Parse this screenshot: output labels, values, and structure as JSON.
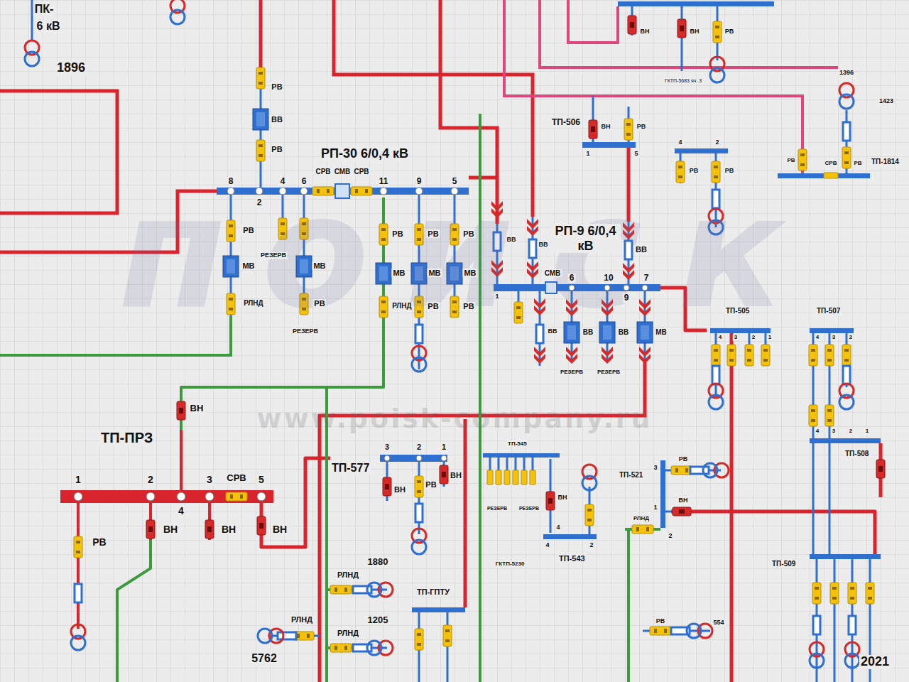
{
  "diagram": {
    "nodes": [
      {
        "text": [
          "РП-30 6/0,4 кВ"
        ]
      },
      {
        "text": [
          "РП-9 6/0,4 кВ"
        ]
      },
      {
        "text": [
          "ТП-ПРЗ"
        ]
      },
      {
        "text": [
          "ТП-577"
        ]
      },
      {
        "text": [
          "ТП-506"
        ]
      },
      {
        "text": [
          "ТП-1814"
        ]
      },
      {
        "text": [
          "ТП-505"
        ]
      },
      {
        "text": [
          "ТП-507"
        ]
      },
      {
        "text": [
          "ТП-508"
        ]
      },
      {
        "text": [
          "ТП-521"
        ]
      },
      {
        "text": [
          "ТП-545"
        ]
      },
      {
        "text": [
          "ТП-543"
        ]
      },
      {
        "text": [
          "ТП-ГПТУ"
        ]
      },
      {
        "text": [
          "ТП-509"
        ]
      }
    ],
    "edges": [
      {
        "from": 2,
        "to": 0,
        "arrow": "none"
      },
      {
        "from": 2,
        "to": 3,
        "arrow": "none"
      },
      {
        "from": 0,
        "to": 1,
        "arrow": "none"
      },
      {
        "from": 1,
        "to": 6,
        "arrow": "none"
      },
      {
        "from": 9,
        "to": 13,
        "arrow": "none"
      },
      {
        "from": 10,
        "to": 11,
        "arrow": "none"
      }
    ],
    "labels": [
      "ПК-",
      "6 кВ",
      "1896",
      "РВ",
      "ВВ",
      "РВ",
      "8",
      "2",
      "4",
      "6",
      "СРВ",
      "СМВ",
      "СРВ",
      "11",
      "9",
      "5",
      "РВ",
      "МВ",
      "РЛНД",
      "РЕЗЕРВ",
      "МВ",
      "РВ",
      "РЕЗЕРВ",
      "РВ",
      "МВ",
      "РЛНД",
      "РВ",
      "МВ",
      "РВ",
      "РВ",
      "МВ",
      "РВ",
      "ВВ",
      "ВВ",
      "ВВ",
      "1",
      "СМВ",
      "6",
      "10",
      "9",
      "7",
      "ВВ",
      "ВВ",
      "ВВ",
      "МВ",
      "РЕЗЕРВ",
      "РЕЗЕРВ",
      "1",
      "2",
      "3",
      "4",
      "5",
      "СРВ",
      "ВН",
      "РВ",
      "ВН",
      "ВН",
      "ВН",
      "3",
      "2",
      "1",
      "ВН",
      "РВ",
      "ВН",
      "РЛНД",
      "1880",
      "РЛНД",
      "1205",
      "РЛНД",
      "5762",
      "ВН",
      "РВ",
      "1",
      "5",
      "4",
      "2",
      "РВ",
      "РВ",
      "ВН",
      "ВН",
      "РВ",
      "ГКТП-5683 яч. 3",
      "СРВ",
      "РВ",
      "РВ",
      "1396",
      "1423",
      "4",
      "3",
      "2",
      "1",
      "4",
      "3",
      "2",
      "4",
      "3",
      "2",
      "1",
      "3",
      "1",
      "2",
      "РВ",
      "ВН",
      "РЛНД",
      "554",
      "РВ",
      "ВН",
      "4",
      "4",
      "2",
      "ГКТП-5230",
      "РЕЗЕРВ",
      "РЕЗЕРВ",
      "поиск",
      "www.poisk-company.ru",
      "2021"
    ]
  }
}
